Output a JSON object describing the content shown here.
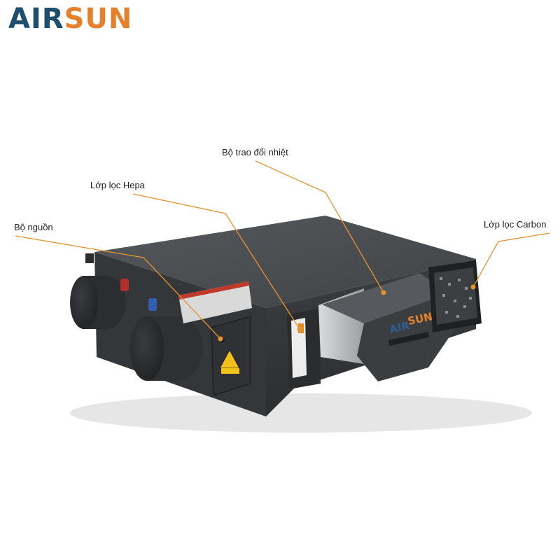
{
  "brand": {
    "part1": "AIR",
    "part2": "SUN",
    "color1": "#1d4e6e",
    "color2": "#e4812a"
  },
  "device_badge": {
    "part1": "AIR",
    "part2": "SUN"
  },
  "callouts": [
    {
      "id": "power-supply",
      "label": "Bộ nguồn"
    },
    {
      "id": "hepa-filter",
      "label": "Lớp lọc Hepa"
    },
    {
      "id": "heat-exchanger",
      "label": "Bộ trao đổi nhiệt"
    },
    {
      "id": "carbon-filter",
      "label": "Lớp lọc Carbon"
    }
  ],
  "colors": {
    "leader_line": "#e8922e",
    "body_dark": "#3a3d40",
    "body_top": "#4a4d51"
  }
}
